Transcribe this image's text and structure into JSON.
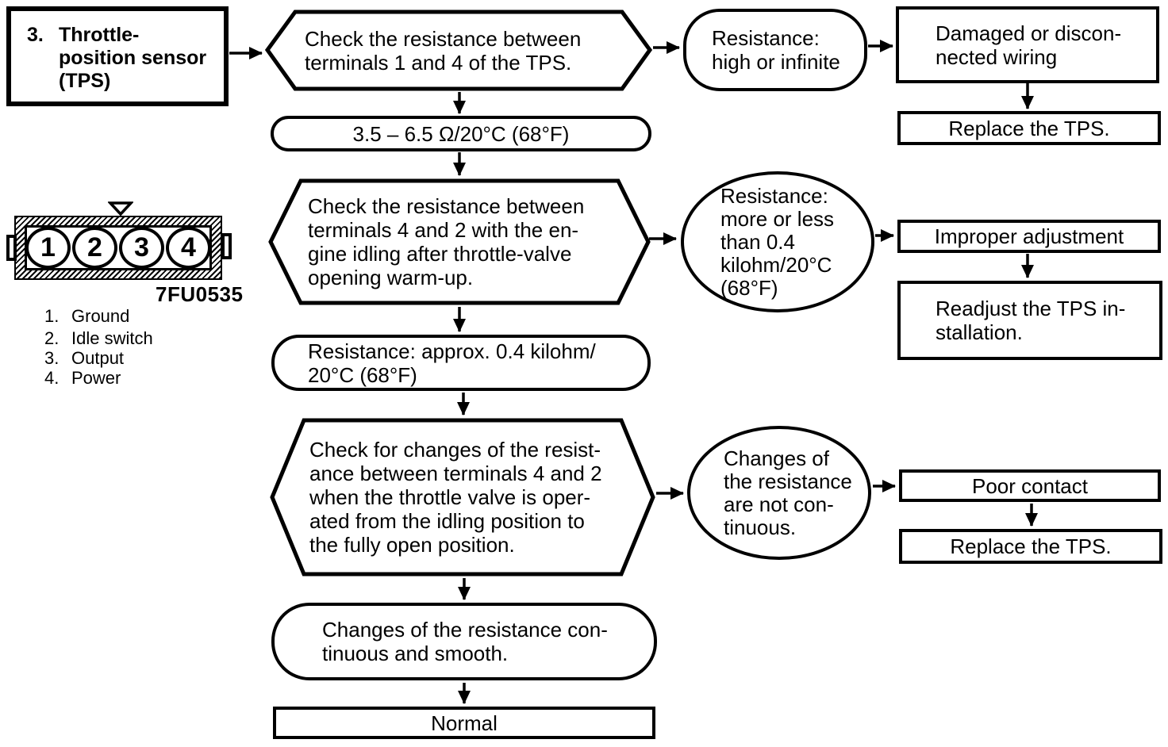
{
  "title_box": {
    "number": "3.",
    "name": "Throttle-\nposition sensor\n(TPS)"
  },
  "connector": {
    "pins": [
      "1",
      "2",
      "3",
      "4"
    ],
    "figure_code": "7FU0535",
    "legend": [
      {
        "num": "1.",
        "label": "Ground"
      },
      {
        "num": "2.",
        "label": "Idle switch"
      },
      {
        "num": "3.",
        "label": "Output"
      },
      {
        "num": "4.",
        "label": "Power"
      }
    ]
  },
  "steps": {
    "check1": "Check the resistance between\nterminals 1 and 4 of the TPS.",
    "spec1": "3.5 – 6.5 Ω/20°C (68°F)",
    "check2": "Check the resistance between\nterminals 4 and 2 with the en-\ngine idling after throttle-valve\nopening warm-up.",
    "spec2": "Resistance: approx. 0.4 kilohm/\n20°C (68°F)",
    "check3": "Check for changes of the resist-\nance between terminals 4 and 2\nwhen the throttle valve is oper-\nated from the idling position to\nthe fully open position.",
    "spec3": "Changes of the resistance con-\ntinuous and smooth.",
    "normal": "Normal"
  },
  "branches": {
    "result1": "Resistance:\nhigh or infinite",
    "cause1": "Damaged or discon-\nnected wiring",
    "action1": "Replace the TPS.",
    "result2": "Resistance:\nmore or less\nthan 0.4\nkilohm/20°C\n(68°F)",
    "cause2": "Improper adjustment",
    "action2": "Readjust the TPS in-\nstallation.",
    "result3": "Changes of\nthe resistance\nare not con-\ntinuous.",
    "cause3": "Poor contact",
    "action3": "Replace the TPS."
  },
  "colors": {
    "ink": "#000000",
    "paper": "#ffffff"
  }
}
